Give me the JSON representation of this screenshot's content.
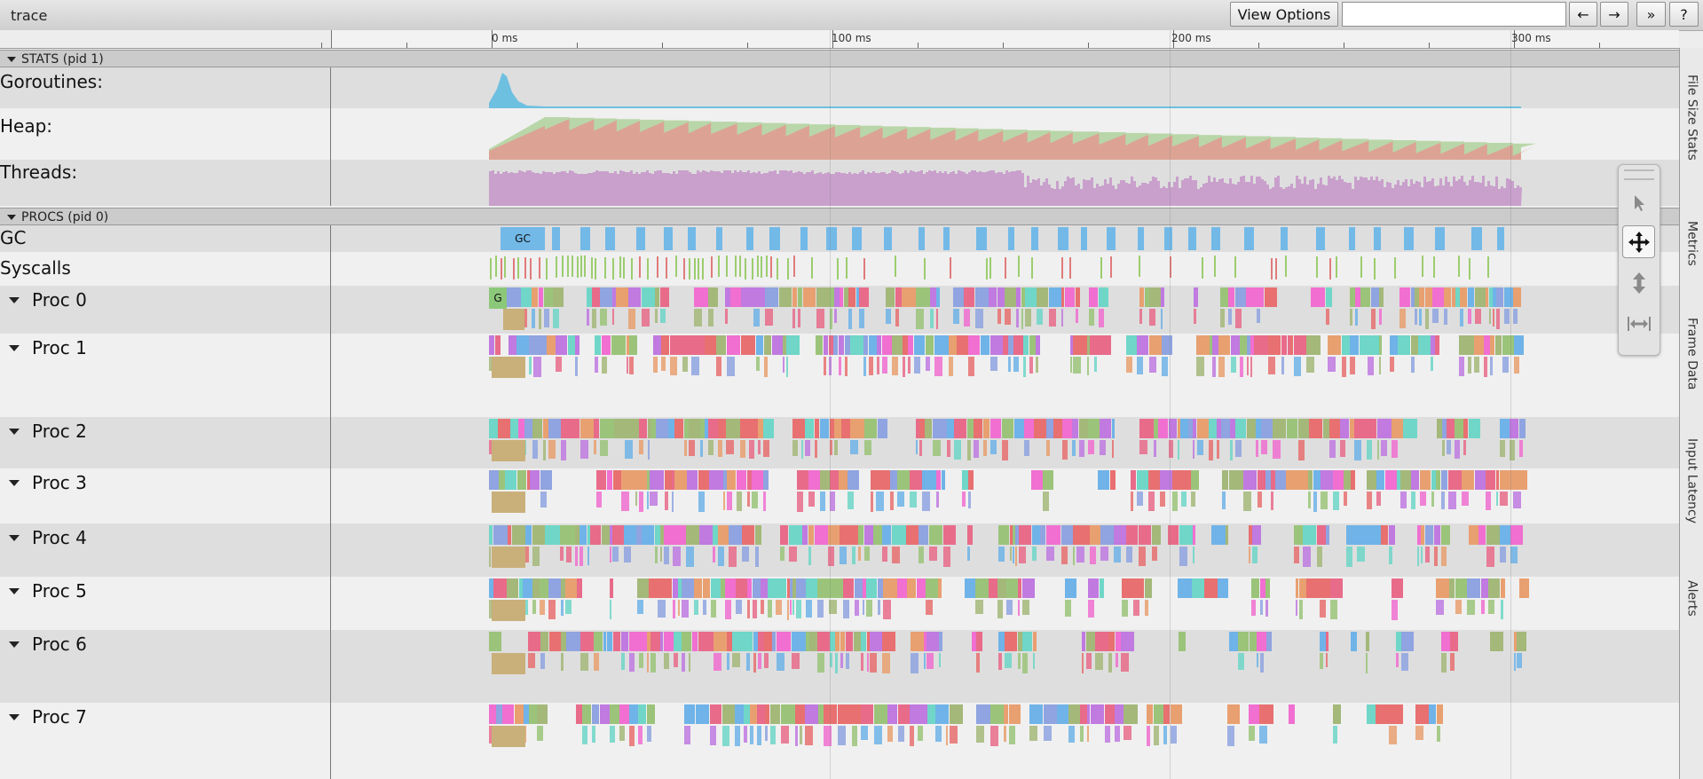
{
  "window": {
    "title": "trace"
  },
  "toolbar": {
    "view_options_label": "View Options",
    "search_value": "",
    "prev_label": "←",
    "next_label": "→",
    "expand_label": "»",
    "help_label": "?"
  },
  "ruler": {
    "labels": [
      "0 ms",
      "100 ms",
      "200 ms",
      "300 ms"
    ]
  },
  "groups": {
    "stats": {
      "label": "STATS (pid 1)"
    },
    "procs": {
      "label": "PROCS (pid 0)"
    }
  },
  "stats_tracks": {
    "goroutines": "Goroutines:",
    "heap": "Heap:",
    "threads": "Threads:"
  },
  "proc_tracks": {
    "gc": "GC",
    "gc_chip": "GC",
    "syscalls": "Syscalls",
    "g_chip": "G",
    "procs": [
      "Proc 0",
      "Proc 1",
      "Proc 2",
      "Proc 3",
      "Proc 4",
      "Proc 5",
      "Proc 6",
      "Proc 7"
    ]
  },
  "side_tabs": [
    "File Size Stats",
    "Metrics",
    "Frame Data",
    "Input Latency",
    "Alerts"
  ],
  "tools": [
    {
      "name": "select-tool",
      "icon": "cursor-arrow-icon"
    },
    {
      "name": "pan-tool",
      "icon": "move-icon"
    },
    {
      "name": "zoom-tool",
      "icon": "vertical-zoom-icon"
    },
    {
      "name": "timing-tool",
      "icon": "horizontal-range-icon"
    }
  ],
  "colors": {
    "goroutines": "#6ec0e0",
    "heap_alloc": "#dca394",
    "heap_next": "#b9d6a8",
    "threads": "#c9a0cc",
    "gc": "#72b9e8",
    "syscall_a": "#9ccd6e",
    "syscall_b": "#e07b7b",
    "running_palette": [
      "#e86b8a",
      "#6fb3e8",
      "#9bc47a",
      "#f06fd0",
      "#8fa4e0",
      "#e8a070",
      "#6fd6c8",
      "#c07ae0",
      "#e87070",
      "#a4b87a"
    ],
    "wait": "#c9b07a"
  }
}
